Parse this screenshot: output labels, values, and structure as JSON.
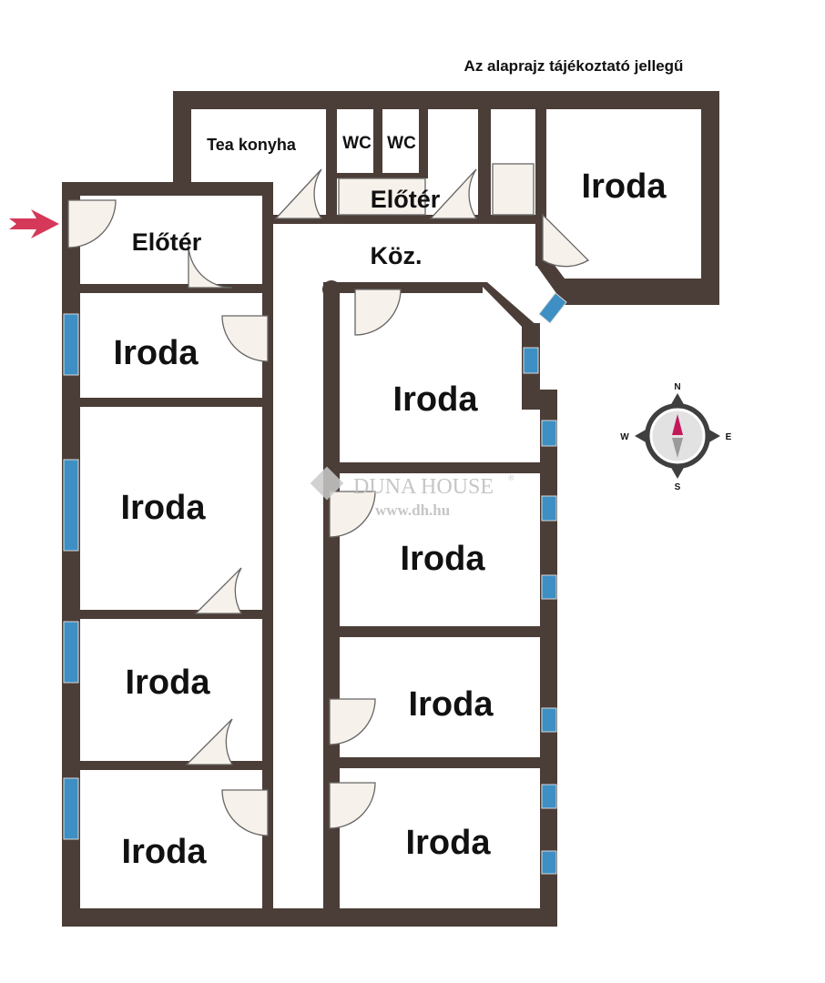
{
  "disclaimer": "Az alaprajz tájékoztató jellegű",
  "rooms": {
    "tea_kitchen": "Tea konyha",
    "wc1": "WC",
    "wc2": "WC",
    "upper_hall": "Előtér",
    "entrance_hall": "Előtér",
    "corridor": "Köz.",
    "office_top_right": "Iroda",
    "office_left_1": "Iroda",
    "office_left_2": "Iroda",
    "office_left_3": "Iroda",
    "office_left_4": "Iroda",
    "office_right_1": "Iroda",
    "office_right_2": "Iroda",
    "office_right_3": "Iroda",
    "office_right_4": "Iroda"
  },
  "compass": {
    "n": "N",
    "s": "S",
    "e": "E",
    "w": "W"
  },
  "watermark": {
    "brand": "DUNA HOUSE",
    "reg": "®",
    "url": "www.dh.hu"
  },
  "colors": {
    "wall": "#4b3d37",
    "window": "#3d8fc4",
    "entrance_arrow": "#d6385a",
    "compass_needle": "#c2185b"
  }
}
